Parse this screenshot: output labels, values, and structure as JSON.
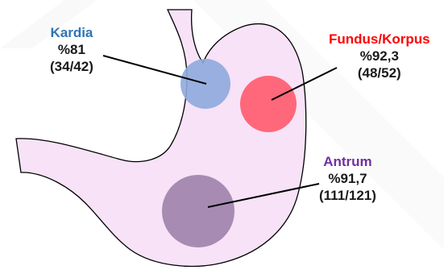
{
  "regions": [
    {
      "id": "kardia",
      "name": "Kardia",
      "percent": "%81",
      "count": "(34/42)",
      "color": "#2e75b6",
      "fill": "#8eaadb"
    },
    {
      "id": "fundus",
      "name": "Fundus/Korpus",
      "percent": "%92,3",
      "count": "(48/52)",
      "color": "#ff0000",
      "fill": "#ff5b6b"
    },
    {
      "id": "antrum",
      "name": "Antrum",
      "percent": "%91,7",
      "count": "(111/121)",
      "color": "#7030a0",
      "fill": "#9d82aa"
    }
  ],
  "stomach": {
    "outline": "#000000",
    "fill": "#f7e2f7"
  }
}
